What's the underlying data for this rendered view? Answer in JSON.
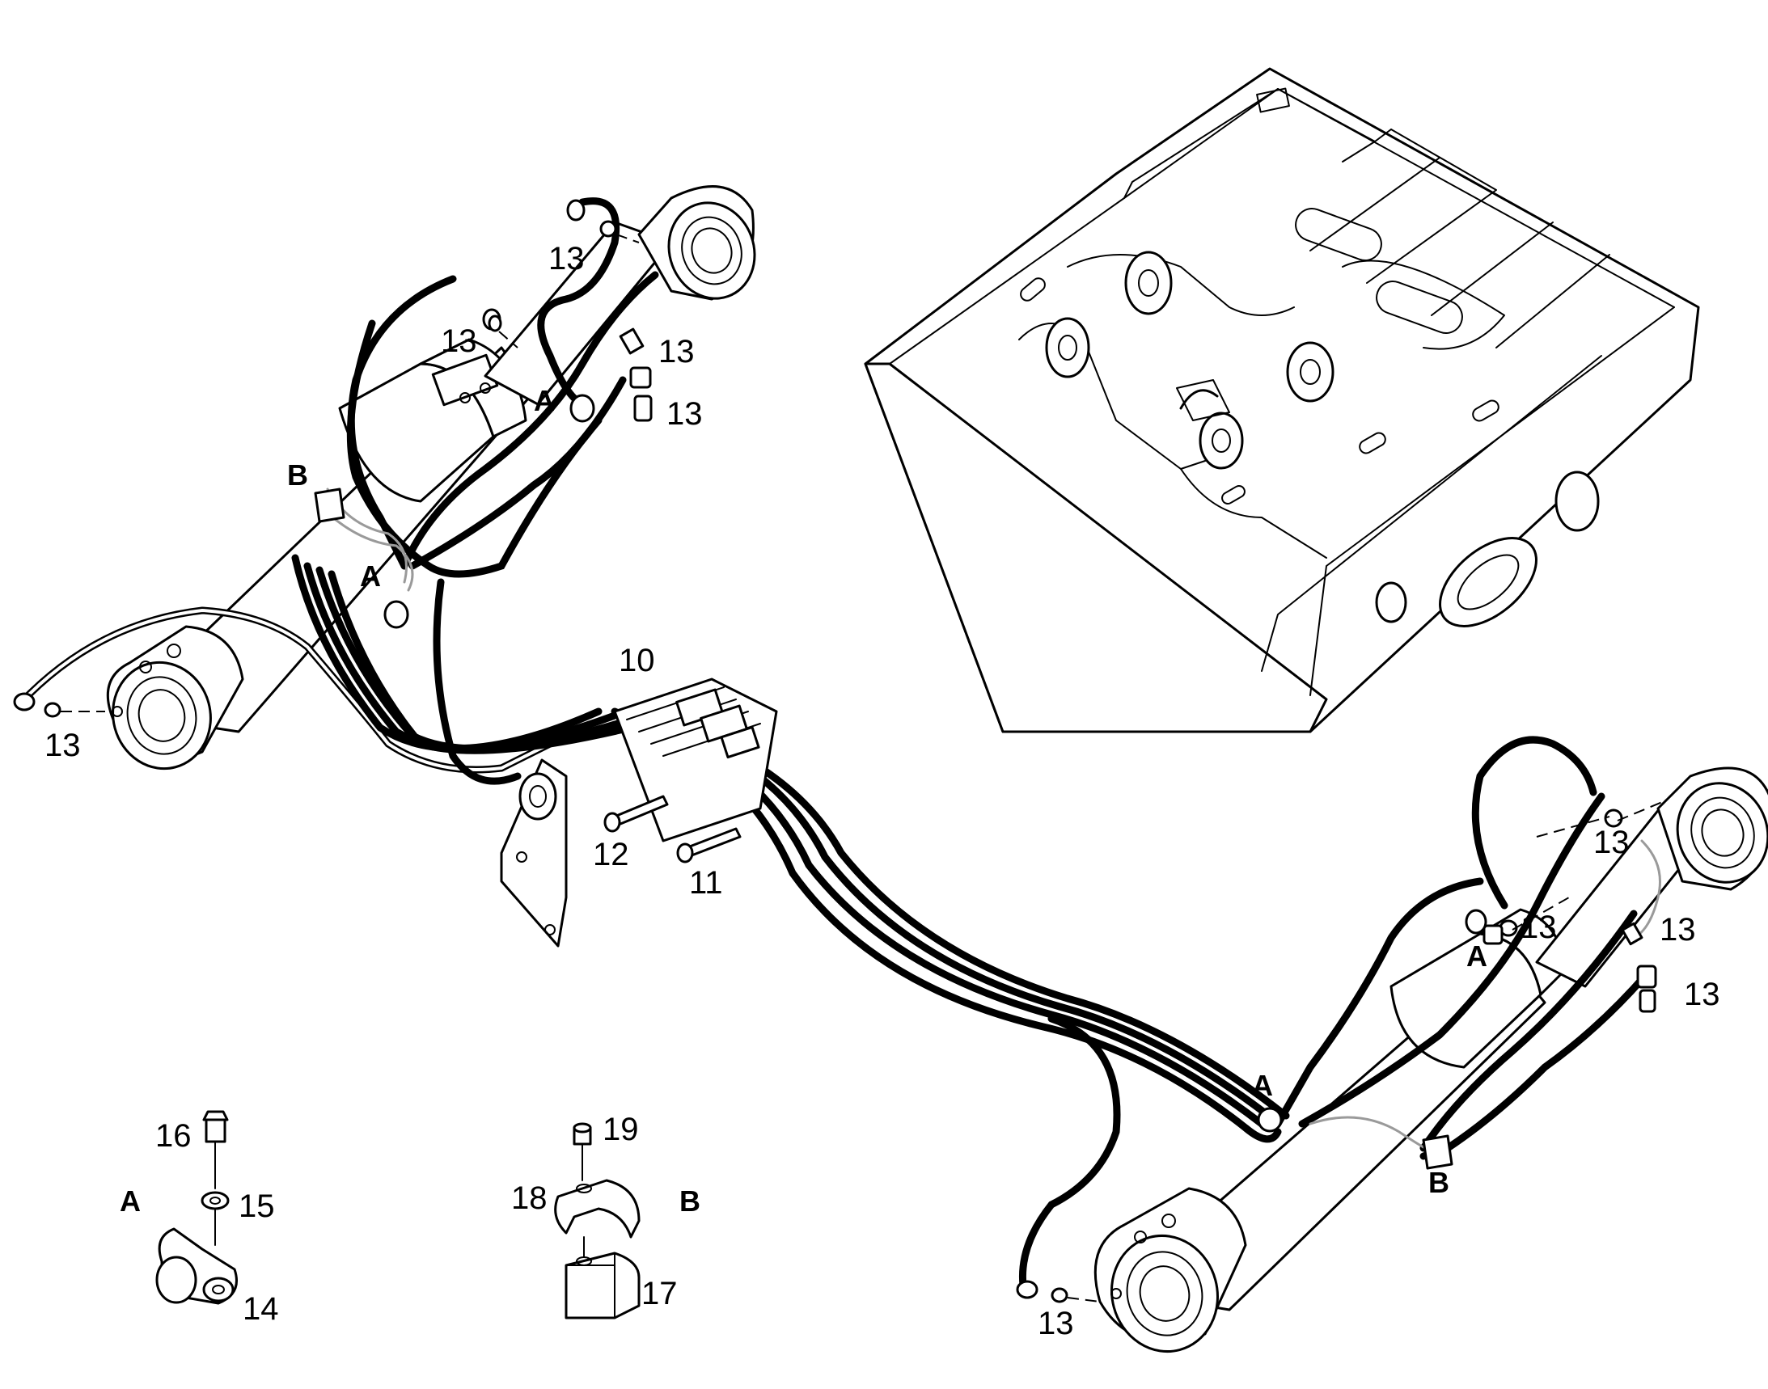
{
  "diagram": {
    "callouts": [
      {
        "id": "c-13-a",
        "text": "13"
      },
      {
        "id": "c-13-b",
        "text": "13"
      },
      {
        "id": "c-13-c",
        "text": "13"
      },
      {
        "id": "c-13-d",
        "text": "13"
      },
      {
        "id": "c-13-e",
        "text": "13"
      },
      {
        "id": "c-13-f",
        "text": "13"
      },
      {
        "id": "c-13-g",
        "text": "13"
      },
      {
        "id": "c-13-h",
        "text": "13"
      },
      {
        "id": "c-13-i",
        "text": "13"
      },
      {
        "id": "c-13-j",
        "text": "13"
      },
      {
        "id": "c-10",
        "text": "10"
      },
      {
        "id": "c-11",
        "text": "11"
      },
      {
        "id": "c-12",
        "text": "12"
      },
      {
        "id": "c-14",
        "text": "14"
      },
      {
        "id": "c-15",
        "text": "15"
      },
      {
        "id": "c-16",
        "text": "16"
      },
      {
        "id": "c-17",
        "text": "17"
      },
      {
        "id": "c-18",
        "text": "18"
      },
      {
        "id": "c-19",
        "text": "19"
      }
    ],
    "letters": [
      {
        "id": "l-a1",
        "text": "A"
      },
      {
        "id": "l-a2",
        "text": "A"
      },
      {
        "id": "l-a3",
        "text": "A"
      },
      {
        "id": "l-a4",
        "text": "A"
      },
      {
        "id": "l-b1",
        "text": "B"
      },
      {
        "id": "l-b2",
        "text": "B"
      },
      {
        "id": "l-detail-a",
        "text": "A"
      },
      {
        "id": "l-detail-b",
        "text": "B"
      }
    ]
  }
}
